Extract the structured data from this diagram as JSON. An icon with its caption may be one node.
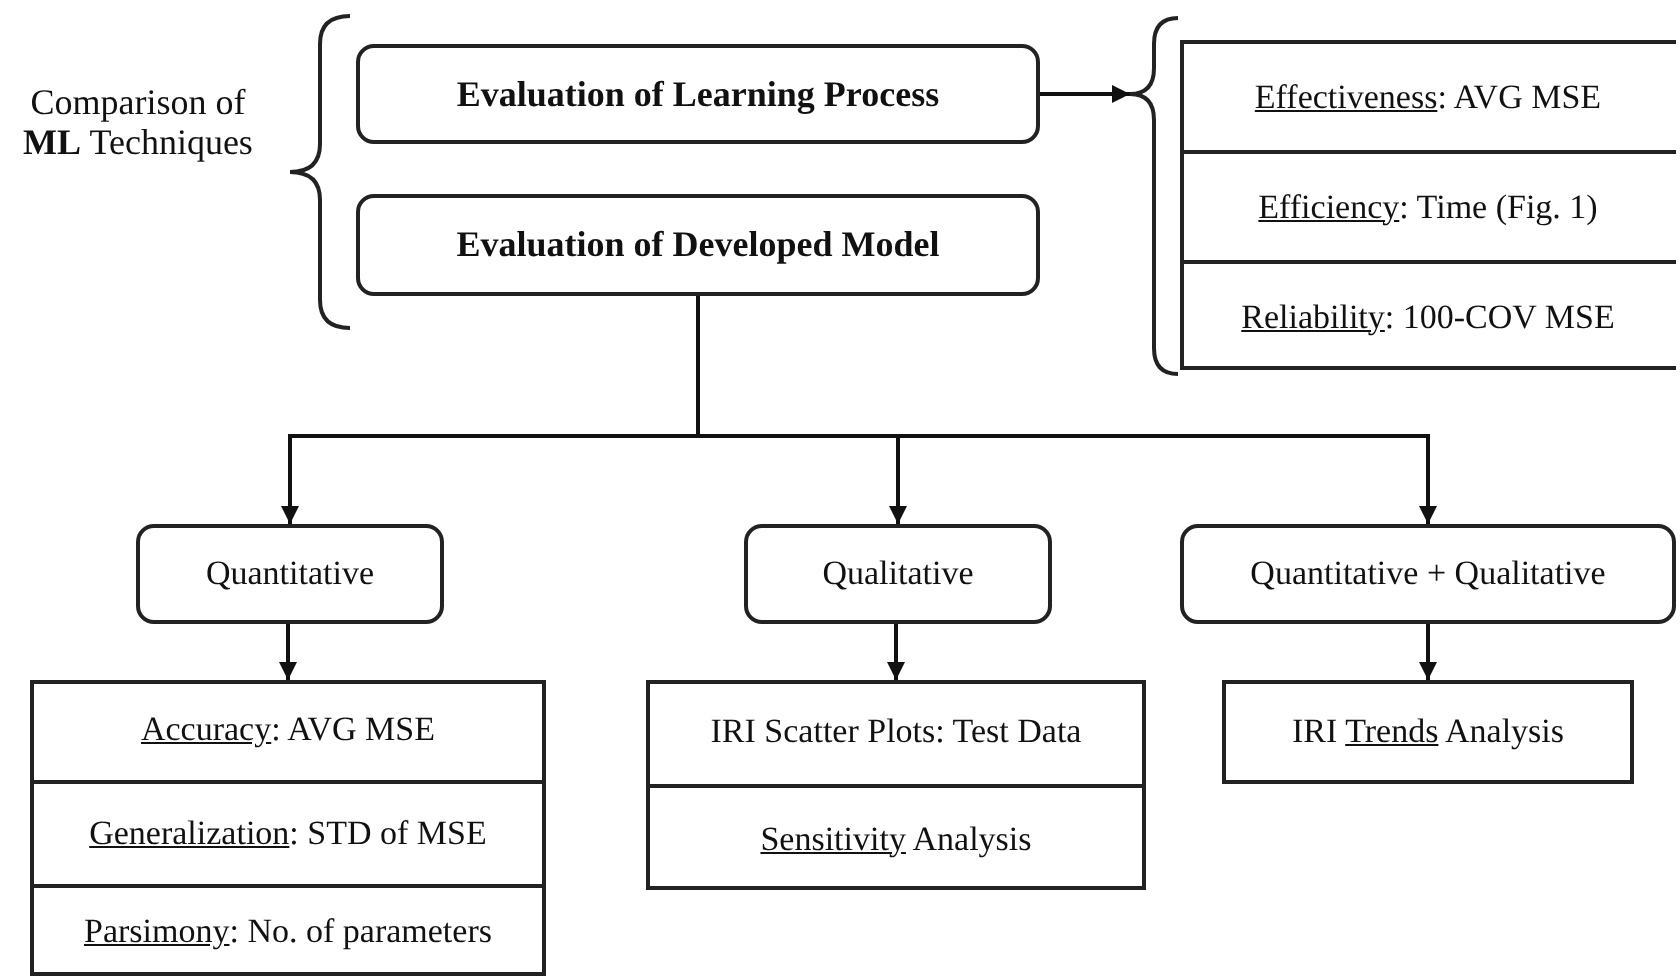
{
  "diagram": {
    "nodes": [
      {
        "text": [
          "Evaluation of Learning Process"
        ]
      },
      {
        "text": [
          "Evaluation of Developed Model"
        ]
      },
      {
        "text": [],
        "shape": "box"
      },
      {
        "text": [
          "*Effectiveness*: AVG MSE"
        ],
        "in": 2
      },
      {
        "text": [
          "*Efficiency*: Time (Fig. 1)"
        ],
        "in": 2
      },
      {
        "text": [
          "*Reliability*: 100-COV MSE"
        ],
        "in": 2
      },
      {
        "text": [
          "Quantitative"
        ]
      },
      {
        "text": [
          "Qualitative"
        ]
      },
      {
        "text": [
          "Quantitative + Qualitative"
        ]
      },
      {
        "text": [],
        "shape": "box"
      },
      {
        "text": [
          "*Accuracy*: AVG MSE"
        ],
        "in": 9
      },
      {
        "text": [
          "*Generalization*: STD of MSE"
        ],
        "in": 9
      },
      {
        "text": [
          "*Parsimony*: No. of parameters"
        ],
        "in": 9
      },
      {
        "text": [],
        "shape": "box"
      },
      {
        "text": [
          "IRI Scatter Plots: Test Data"
        ],
        "in": 13
      },
      {
        "text": [
          "*Sensitivity* Analysis"
        ],
        "in": 13
      },
      {
        "text": [
          "IRI *Trends* Analysis"
        ]
      }
    ],
    "edges": [
      {
        "from": 0,
        "to": 2,
        "arrow": "to"
      },
      {
        "from": 1,
        "to": 6,
        "arrow": "to"
      },
      {
        "from": 1,
        "to": 7,
        "arrow": "to"
      },
      {
        "from": 1,
        "to": 8,
        "arrow": "to"
      },
      {
        "from": 6,
        "to": 9,
        "arrow": "to"
      },
      {
        "from": 7,
        "to": 13,
        "arrow": "to"
      },
      {
        "from": 8,
        "to": 16,
        "arrow": "to"
      }
    ],
    "labels": [
      "Comparison of **ML** Techniques"
    ]
  }
}
